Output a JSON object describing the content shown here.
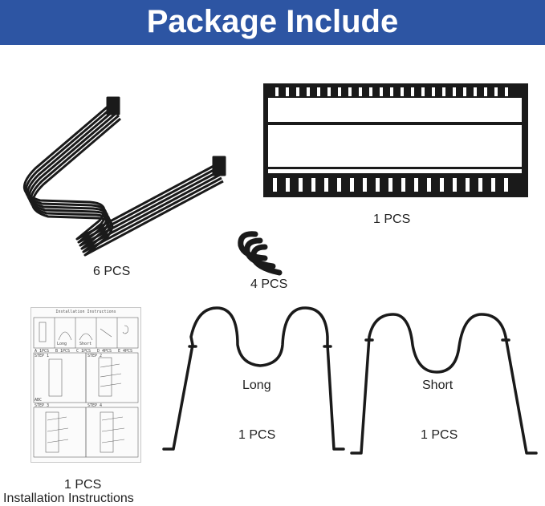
{
  "banner": {
    "title": "Package Include",
    "color": "#2d55a3"
  },
  "items": {
    "hook_strap": {
      "qty": "6 PCS",
      "icon": "wavy-hook-strap-icon"
    },
    "tray": {
      "qty": "1 PCS",
      "icon": "slotted-tray-icon"
    },
    "clip": {
      "qty": "4 PCS",
      "icon": "c-clip-icon"
    },
    "long_hanger": {
      "name": "Long",
      "qty": "1 PCS",
      "icon": "long-wire-hanger-icon"
    },
    "short_hanger": {
      "name": "Short",
      "qty": "1 PCS",
      "icon": "short-wire-hanger-icon"
    },
    "instructions": {
      "qty": "1 PCS",
      "name": "Installation Instructions",
      "icon": "instruction-sheet-icon"
    }
  },
  "sheet": {
    "title": "Installation Instructions",
    "parts": [
      "A 1PCS",
      "B 1PCS",
      "C 1PCS",
      "D 4PCS",
      "E 4PCS"
    ],
    "long_label": "Long",
    "short_label": "Short",
    "steps": [
      "STEP 1",
      "STEP 2",
      "STEP 3",
      "STEP 4"
    ],
    "abc_label": "ABC"
  }
}
